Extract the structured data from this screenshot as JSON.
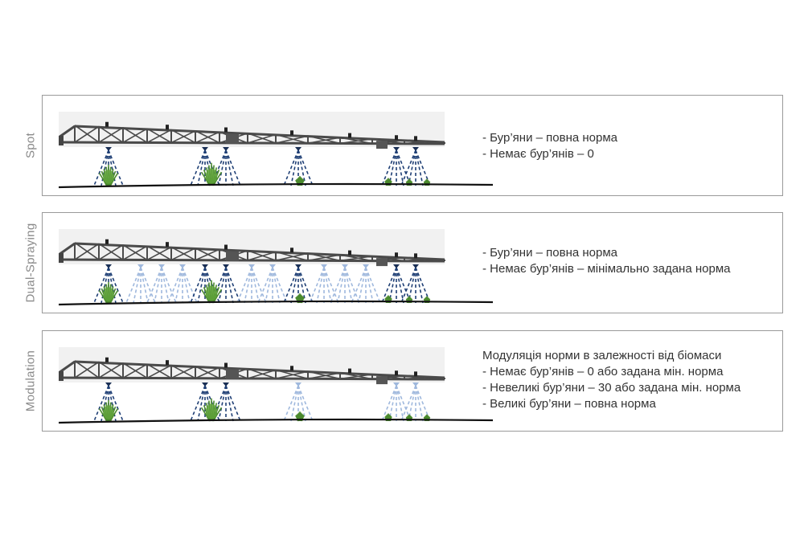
{
  "modes": [
    {
      "id": "spot",
      "label": "Spot",
      "lines": [
        "- Бур’яни – повна норма",
        "- Немає бур’янів – 0"
      ]
    },
    {
      "id": "dual",
      "label": "Dual-Spraying",
      "lines": [
        "- Бур’яни – повна норма",
        "- Немає бур’янів – мінімально задана норма"
      ]
    },
    {
      "id": "modulation",
      "label": "Modulation",
      "lines": [
        "Модуляція норми в  залежності від біомаси",
        "- Немає бур’янів – 0  або задана мін. норма",
        "- Невеликі бур’яни – 30 або задана мін. норма",
        "- Великі бур’яни – повна норма"
      ]
    }
  ],
  "colors": {
    "frame": "#4a4a4a",
    "spray_dark": "#1f3f75",
    "spray_light": "#9fb8dd",
    "weed": "#4b8a2e",
    "ground": "#111111",
    "border": "#9a9a9a"
  },
  "icons": [
    "sprayer-boom",
    "spray-nozzle-cone",
    "weed-plant",
    "ground-line"
  ]
}
